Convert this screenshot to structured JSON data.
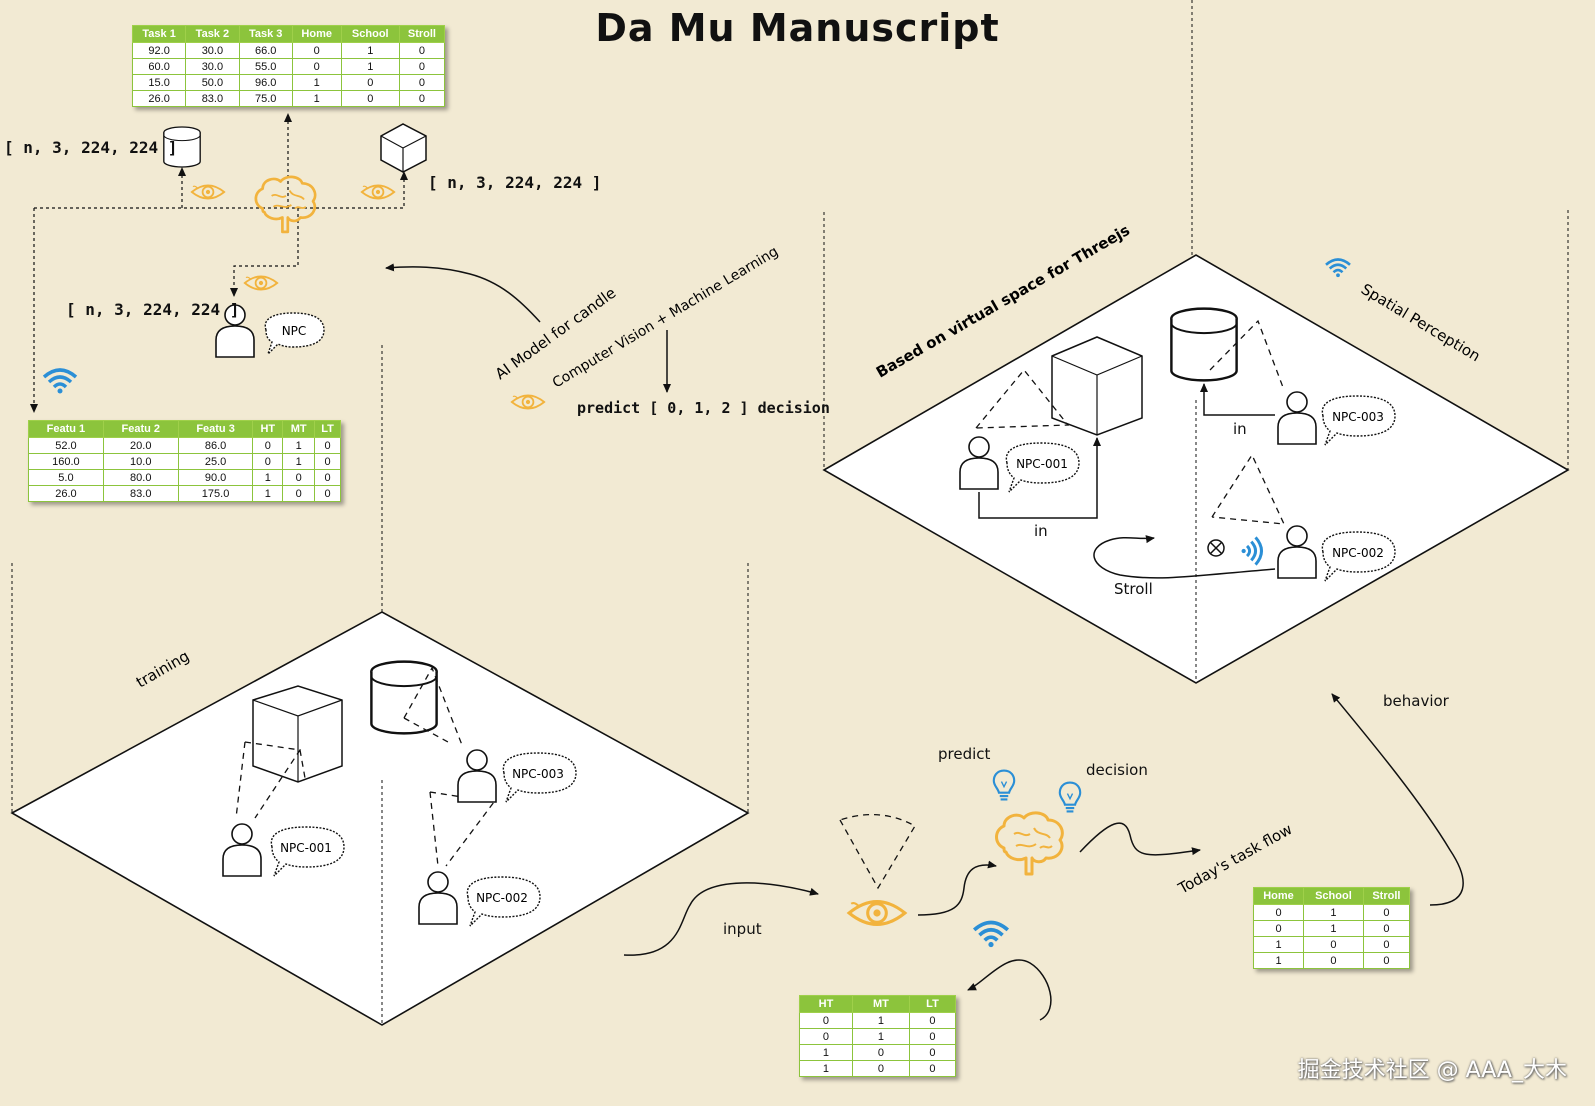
{
  "title": "Da Mu Manuscript",
  "tables": {
    "task": {
      "headers": [
        "Task 1",
        "Task 2",
        "Task 3",
        "Home",
        "School",
        "Stroll"
      ],
      "rows": [
        [
          "92.0",
          "30.0",
          "66.0",
          "0",
          "1",
          "0"
        ],
        [
          "60.0",
          "30.0",
          "55.0",
          "0",
          "1",
          "0"
        ],
        [
          "15.0",
          "50.0",
          "96.0",
          "1",
          "0",
          "0"
        ],
        [
          "26.0",
          "83.0",
          "75.0",
          "1",
          "0",
          "0"
        ]
      ]
    },
    "feature": {
      "headers": [
        "Featu 1",
        "Featu 2",
        "Featu 3",
        "HT",
        "MT",
        "LT"
      ],
      "rows": [
        [
          "52.0",
          "20.0",
          "86.0",
          "0",
          "1",
          "0"
        ],
        [
          "160.0",
          "10.0",
          "25.0",
          "0",
          "1",
          "0"
        ],
        [
          "5.0",
          "80.0",
          "90.0",
          "1",
          "0",
          "0"
        ],
        [
          "26.0",
          "83.0",
          "175.0",
          "1",
          "0",
          "0"
        ]
      ]
    },
    "output": {
      "headers": [
        "Home",
        "School",
        "Stroll"
      ],
      "rows": [
        [
          "0",
          "1",
          "0"
        ],
        [
          "0",
          "1",
          "0"
        ],
        [
          "1",
          "0",
          "0"
        ],
        [
          "1",
          "0",
          "0"
        ]
      ]
    },
    "input": {
      "headers": [
        "HT",
        "MT",
        "LT"
      ],
      "rows": [
        [
          "0",
          "1",
          "0"
        ],
        [
          "0",
          "1",
          "0"
        ],
        [
          "1",
          "0",
          "0"
        ],
        [
          "1",
          "0",
          "0"
        ]
      ]
    }
  },
  "labels": {
    "shape1": "[ n, 3, 224, 224 ]",
    "shape2": "[ n, 3, 224, 224 ]",
    "shape3": "[ n, 3, 224, 224 ]",
    "npc": "NPC",
    "ai_model": "AI Model for candle",
    "cv_ml": "Computer Vision + Machine Learning",
    "predict_decision": "predict [ 0, 1, 2 ] decision",
    "virtual_space": "Based on virtual space for Threejs",
    "spatial": "Spatial Perception",
    "in1": "in",
    "in2": "in",
    "stroll": "Stroll",
    "training": "training",
    "npc001": "NPC-001",
    "npc002": "NPC-002",
    "npc003": "NPC-003",
    "input": "input",
    "predict": "predict",
    "decision": "decision",
    "task_flow": "Today's task flow",
    "behavior": "behavior"
  },
  "icons": [
    "brain-icon",
    "eye-icon",
    "wifi-icon",
    "lightbulb-icon",
    "cylinder-icon",
    "cube-icon",
    "person-icon",
    "speech-bubble-icon"
  ],
  "colors": {
    "background": "#f2ead3",
    "table_header": "#8cc43c",
    "accent": "#f2b33d",
    "wifi": "#2b8fd6"
  },
  "watermark": "掘金技术社区 @ AAA_大木"
}
